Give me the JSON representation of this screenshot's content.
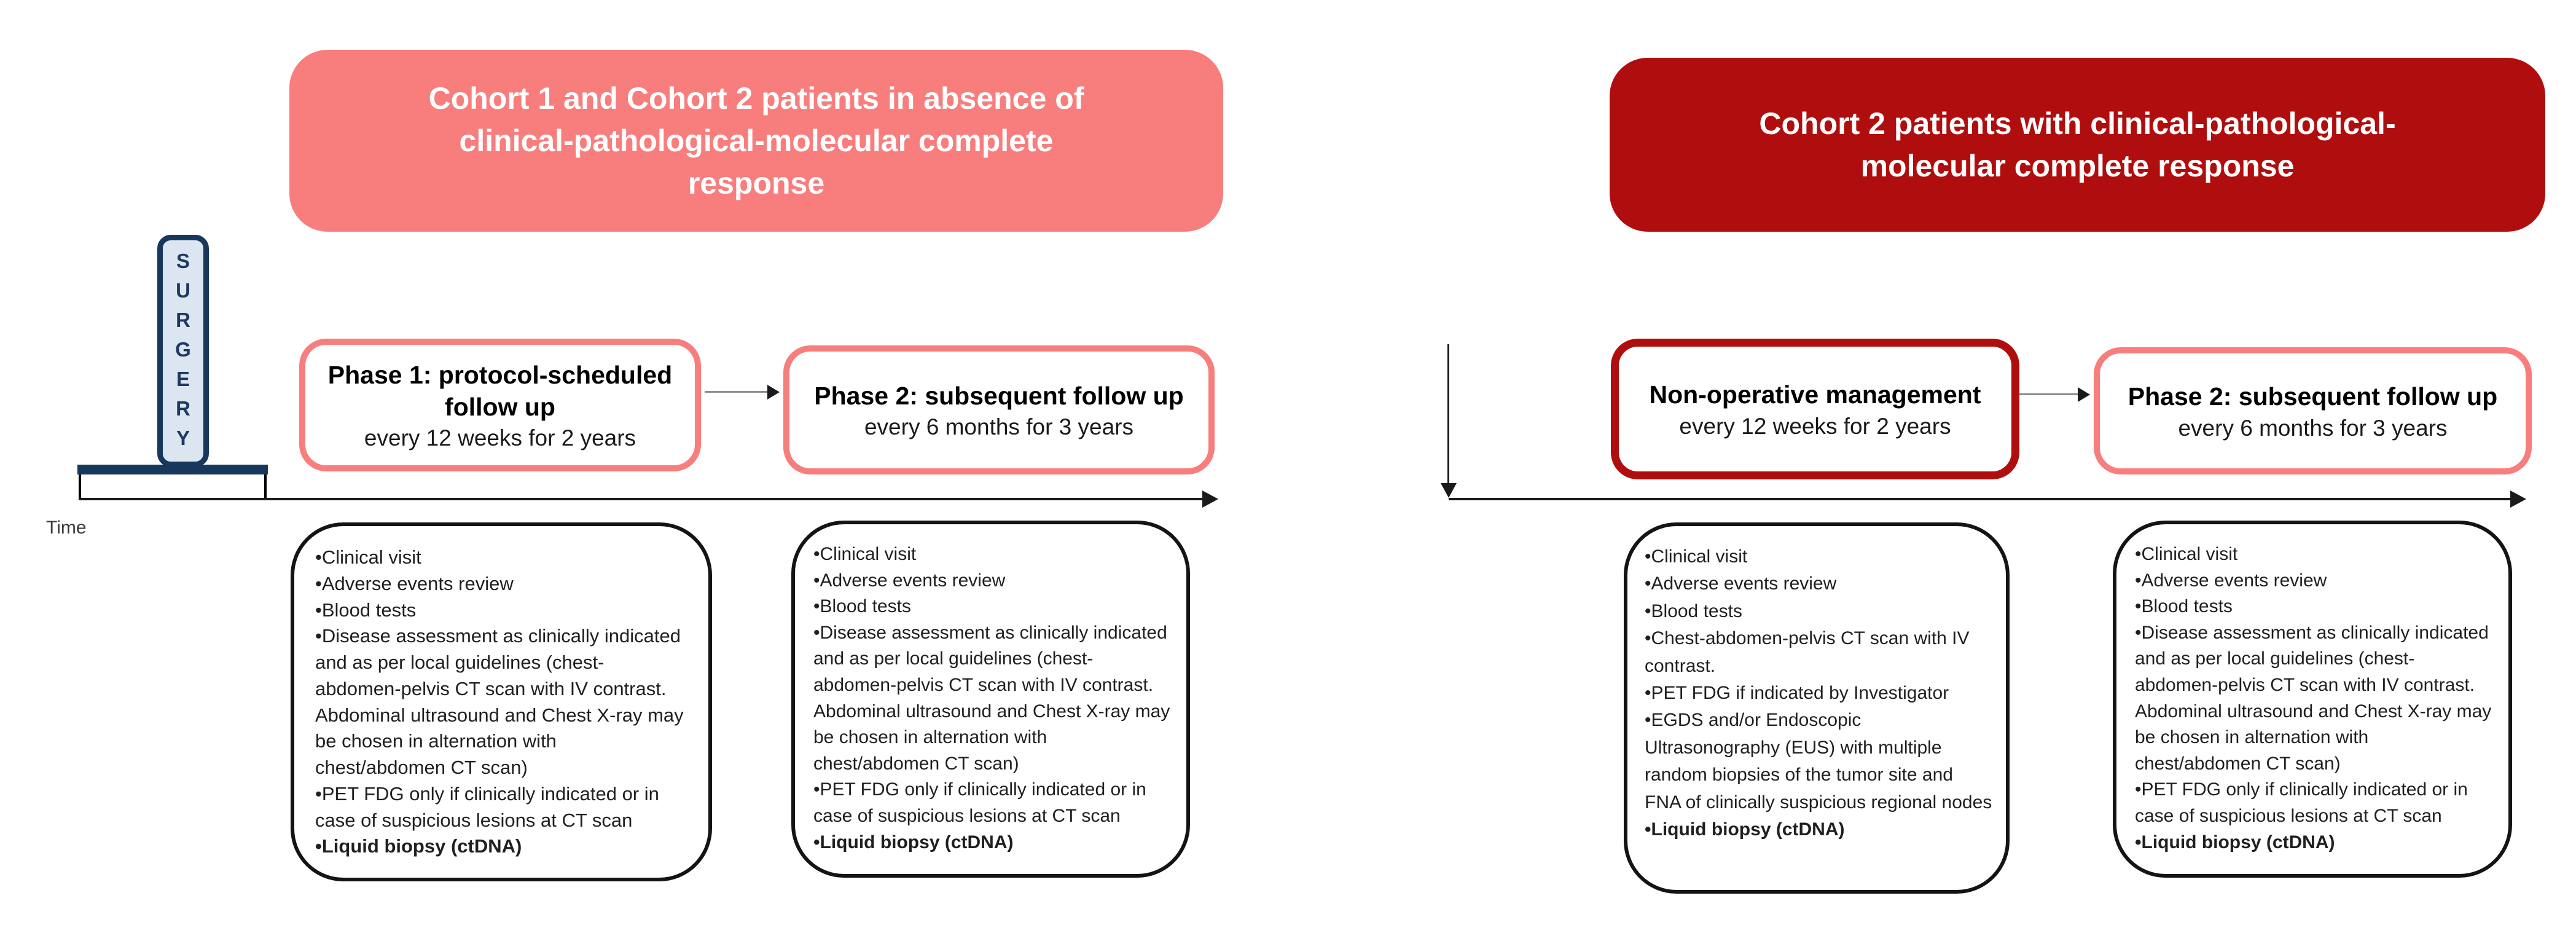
{
  "colors": {
    "salmon": "#F87E7E",
    "dark_red": "#B00E0E",
    "navy": "#17375D",
    "navy_text": "#1F3864",
    "light_blue": "#DCE6F1",
    "gray": "#8C8C8C",
    "ink": "#1A1A1A"
  },
  "left": {
    "header": "Cohort 1 and Cohort 2 patients in absence of clinical-pathological-molecular complete response",
    "surgery_label": "SURGERY",
    "time_label": "Time",
    "phase1_title": "Phase 1: protocol-scheduled follow up",
    "phase1_subtitle": "every 12 weeks for 2 years",
    "phase2_title": "Phase 2: subsequent  follow up",
    "phase2_subtitle": "every 6 months for 3 years",
    "checklist_phase1": {
      "items": [
        {
          "text": "Clinical visit",
          "bold": false
        },
        {
          "text": "Adverse events review",
          "bold": false
        },
        {
          "text": "Blood tests",
          "bold": false
        },
        {
          "text": "Disease assessment as clinically indicated and as per local guidelines (chest-abdomen-pelvis CT scan with IV contrast. Abdominal ultrasound and Chest X-ray may be chosen in alternation with chest/abdomen CT scan)",
          "bold": false
        },
        {
          "text": "PET FDG only if clinically indicated or in case of suspicious lesions at CT scan",
          "bold": false
        },
        {
          "text": "Liquid biopsy (ctDNA)",
          "bold": true
        }
      ]
    },
    "checklist_phase2": {
      "items": [
        {
          "text": "Clinical visit",
          "bold": false
        },
        {
          "text": "Adverse events review",
          "bold": false
        },
        {
          "text": "Blood tests",
          "bold": false
        },
        {
          "text": "Disease assessment as clinically indicated and as per local guidelines (chest-abdomen-pelvis CT scan with IV contrast. Abdominal ultrasound and Chest X-ray may be chosen in alternation with chest/abdomen CT scan)",
          "bold": false
        },
        {
          "text": "PET FDG only if clinically indicated or in case of suspicious lesions at CT scan",
          "bold": false
        },
        {
          "text": "Liquid biopsy (ctDNA)",
          "bold": true
        }
      ]
    }
  },
  "right": {
    "header": "Cohort 2 patients with clinical-pathological-molecular complete response",
    "nonop_title": "Non-operative management",
    "nonop_subtitle": "every 12 weeks for 2 years",
    "phase2_title": "Phase 2: subsequent  follow up",
    "phase2_subtitle": "every 6 months for 3 years",
    "checklist_nonop": {
      "items": [
        {
          "text": "Clinical visit",
          "bold": false
        },
        {
          "text": "Adverse events review",
          "bold": false
        },
        {
          "text": "Blood tests",
          "bold": false
        },
        {
          "text": "Chest-abdomen-pelvis CT scan with IV contrast.",
          "bold": false
        },
        {
          "text": "PET FDG if indicated by Investigator",
          "bold": false
        },
        {
          "text": "EGDS and/or Endoscopic Ultrasonography (EUS) with multiple random biopsies of the tumor site and FNA of clinically suspicious regional nodes",
          "bold": false
        },
        {
          "text": "Liquid biopsy (ctDNA)",
          "bold": true
        }
      ]
    },
    "checklist_phase2": {
      "items": [
        {
          "text": "Clinical visit",
          "bold": false
        },
        {
          "text": "Adverse events review",
          "bold": false
        },
        {
          "text": "Blood tests",
          "bold": false
        },
        {
          "text": "Disease assessment as clinically indicated and as per local guidelines (chest-abdomen-pelvis CT scan with IV contrast. Abdominal ultrasound and Chest X-ray may be chosen in alternation with chest/abdomen CT scan)",
          "bold": false
        },
        {
          "text": "PET FDG only if clinically indicated or in case of suspicious lesions at CT scan",
          "bold": false
        },
        {
          "text": "Liquid biopsy (ctDNA)",
          "bold": true
        }
      ]
    }
  }
}
